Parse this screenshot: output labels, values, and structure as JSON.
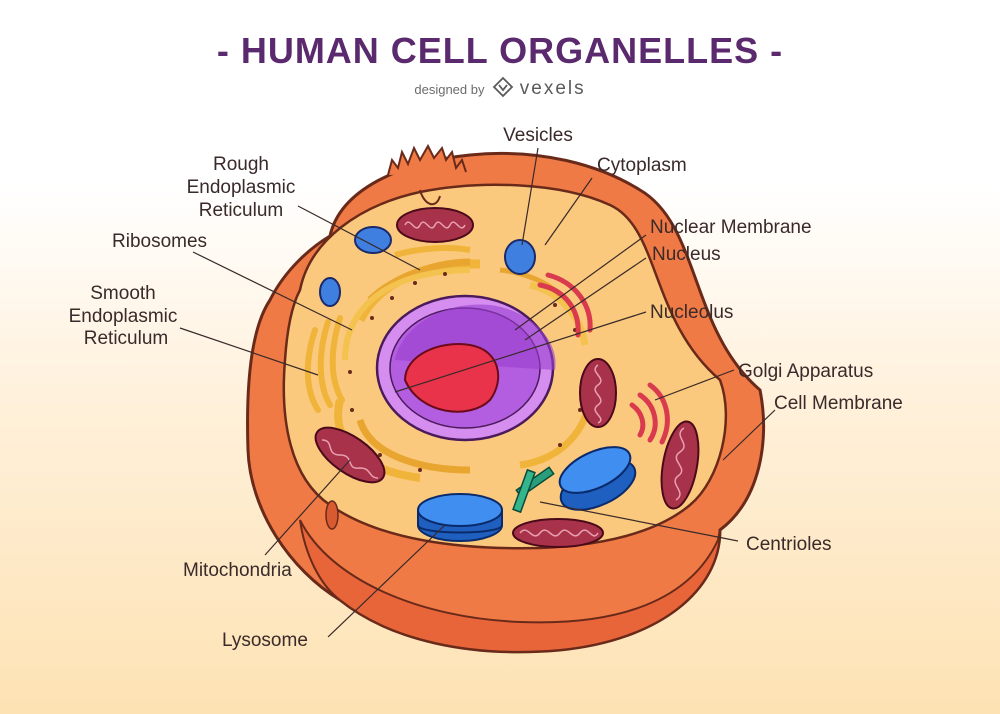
{
  "title": "- HUMAN CELL ORGANELLES -",
  "credit": {
    "prefix": "designed by",
    "brand": "vexels",
    "logo_icon": "vexels-logo-icon"
  },
  "colors": {
    "title": "#5b2a6e",
    "membrane": "#f07a45",
    "cytoplasm": "#fbc97d",
    "nucleus": "#b35de0",
    "nucleolus": "#e8334a",
    "mitochondria": "#a8324a",
    "lysosome": "#2f74d6",
    "er": "#f0b43a",
    "centrioles": "#2a9d7a"
  },
  "labels": {
    "vesicles": "Vesicles",
    "cytoplasm": "Cytoplasm",
    "rough_er": [
      "Rough",
      "Endoplasmic",
      "Reticulum"
    ],
    "ribosomes": "Ribosomes",
    "smooth_er": [
      "Smooth",
      "Endoplasmic",
      "Reticulum"
    ],
    "nuclear_membrane": "Nuclear Membrane",
    "nucleus": "Nucleus",
    "nucleolus": "Nucleolus",
    "golgi": "Golgi Apparatus",
    "cell_membrane": "Cell Membrane",
    "centrioles": "Centrioles",
    "mitochondria": "Mitochondria",
    "lysosome": "Lysosome"
  }
}
